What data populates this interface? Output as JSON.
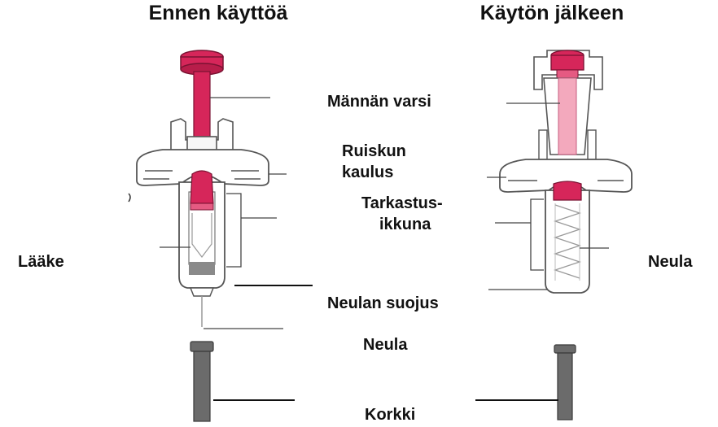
{
  "titles": {
    "before": "Ennen käyttöä",
    "after": "Käytön jälkeen"
  },
  "labels": {
    "plunger_rod": "Männän varsi",
    "syringe_collar_1": "Ruiskun",
    "syringe_collar_2": "kaulus",
    "inspection_window_1": "Tarkastus-",
    "inspection_window_2": "ikkuna",
    "medicine": "Lääke",
    "needle_right": "Neula",
    "needle_guard": "Neulan suojus",
    "needle_center": "Neula",
    "cap": "Korkki"
  },
  "colors": {
    "plunger_red": "#d6265a",
    "plunger_pink": "#f3a9bd",
    "medicine_gray": "#8a8a8a",
    "cap_gray": "#6b6b6b",
    "outline": "#555555"
  }
}
